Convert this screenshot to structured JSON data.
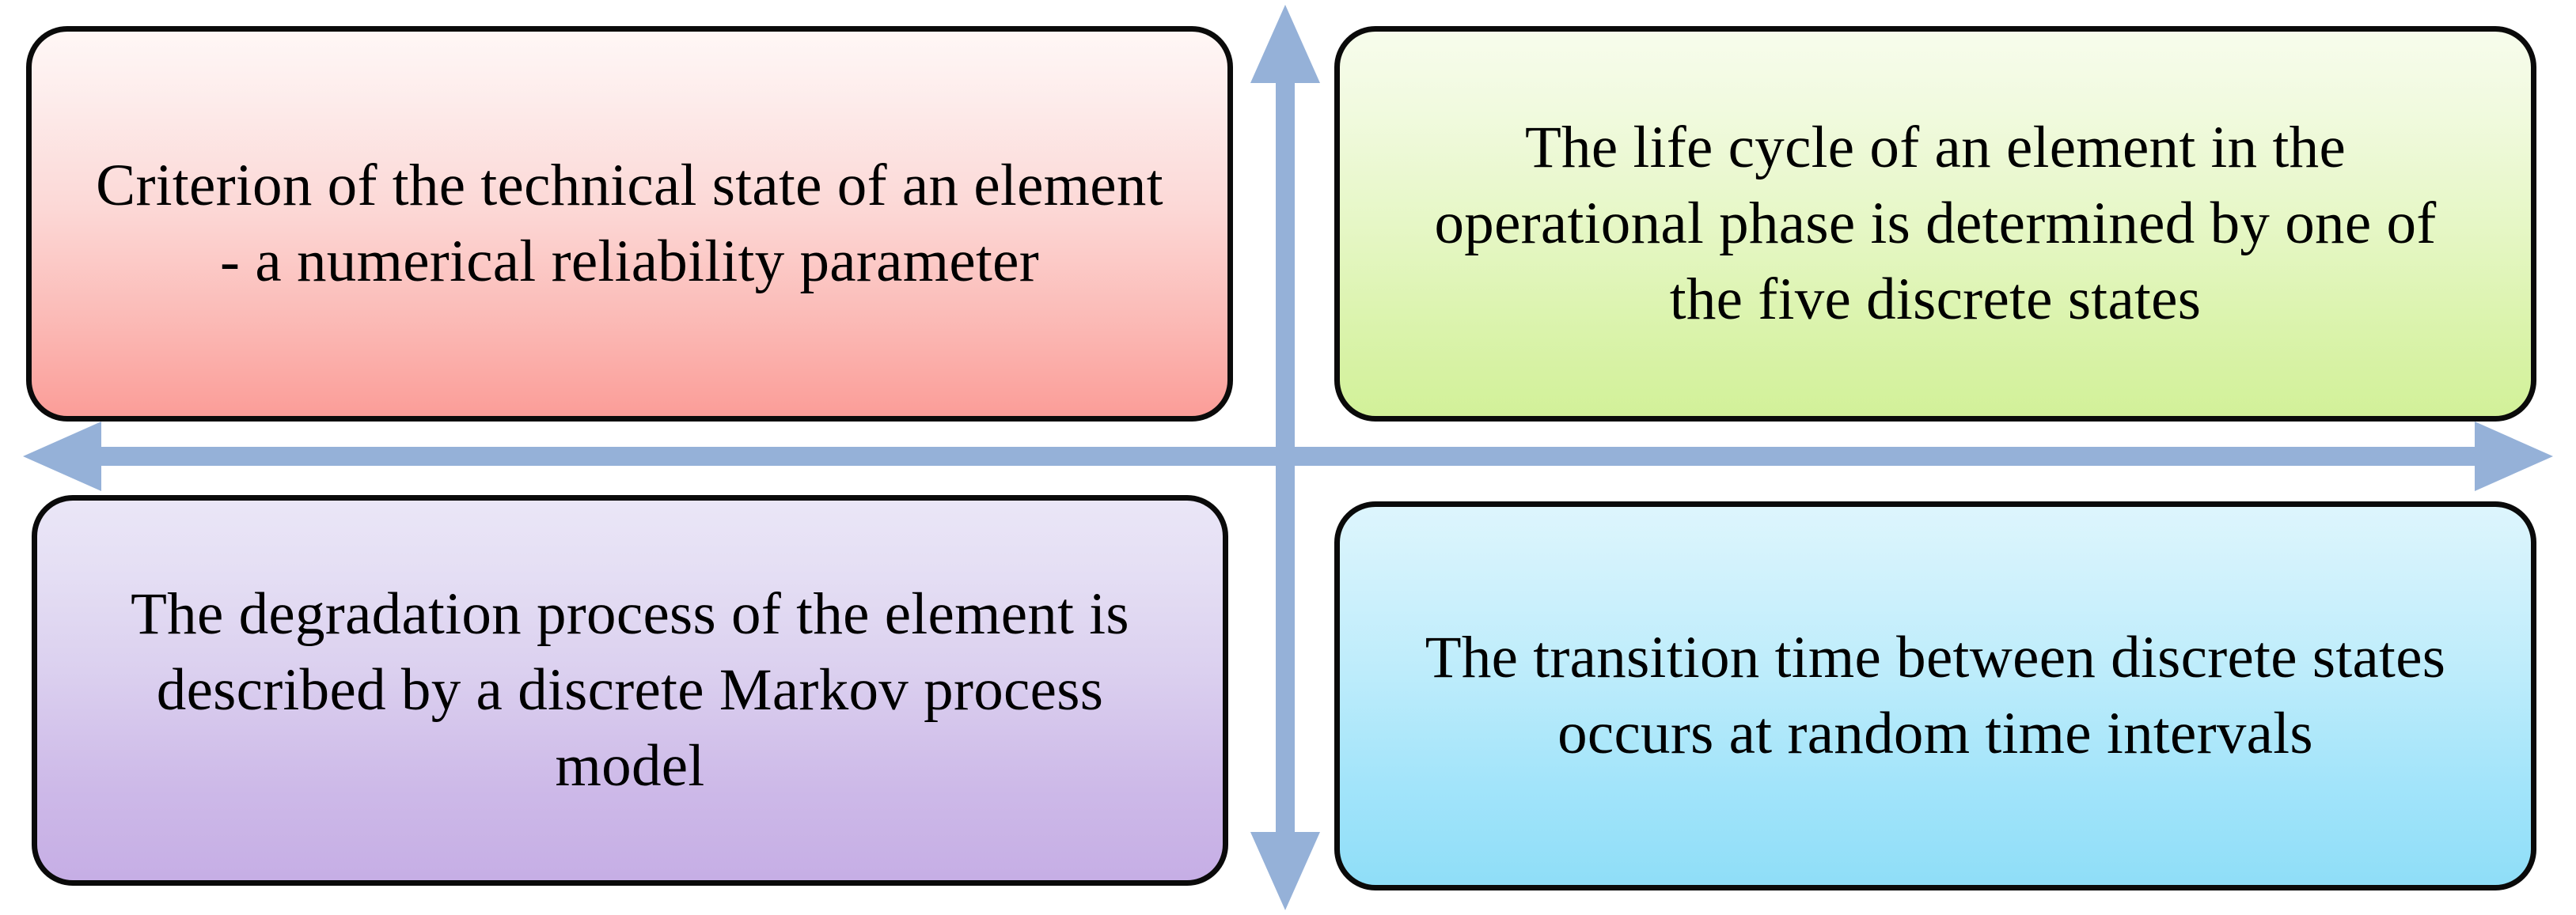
{
  "diagram": {
    "type": "four-quadrant-cross-diagram",
    "background_color": "#ffffff",
    "arrow_color": "#95b1d8",
    "border_color": "#0a0a0a",
    "text_color": "#000000",
    "axes": {
      "horizontal": {
        "name": "horizontal-double-arrow",
        "left_head": "arrowhead-left",
        "right_head": "arrowhead-right"
      },
      "vertical": {
        "name": "vertical-double-arrow",
        "top_head": "arrowhead-up",
        "bottom_head": "arrowhead-down"
      }
    },
    "quadrants": [
      {
        "id": "top-left",
        "name": "quadrant-top-left",
        "text": "Criterion of the technical state of an element - a numerical reliability parameter",
        "fill_top": "#fff7f6",
        "fill_bottom": "#fb9d98"
      },
      {
        "id": "top-right",
        "name": "quadrant-top-right",
        "text": "The life cycle of an element in the operational phase is determined by one of the five discrete states",
        "fill_top": "#f7fcec",
        "fill_bottom": "#d2f199"
      },
      {
        "id": "bottom-left",
        "name": "quadrant-bottom-left",
        "text": "The degradation process of the element is described by a discrete Markov process model",
        "fill_top": "#eae6f7",
        "fill_bottom": "#c6aee5"
      },
      {
        "id": "bottom-right",
        "name": "quadrant-bottom-right",
        "text": "The transition time between discrete states occurs at random time intervals",
        "fill_top": "#ddf5fd",
        "fill_bottom": "#8fdef8"
      }
    ]
  }
}
